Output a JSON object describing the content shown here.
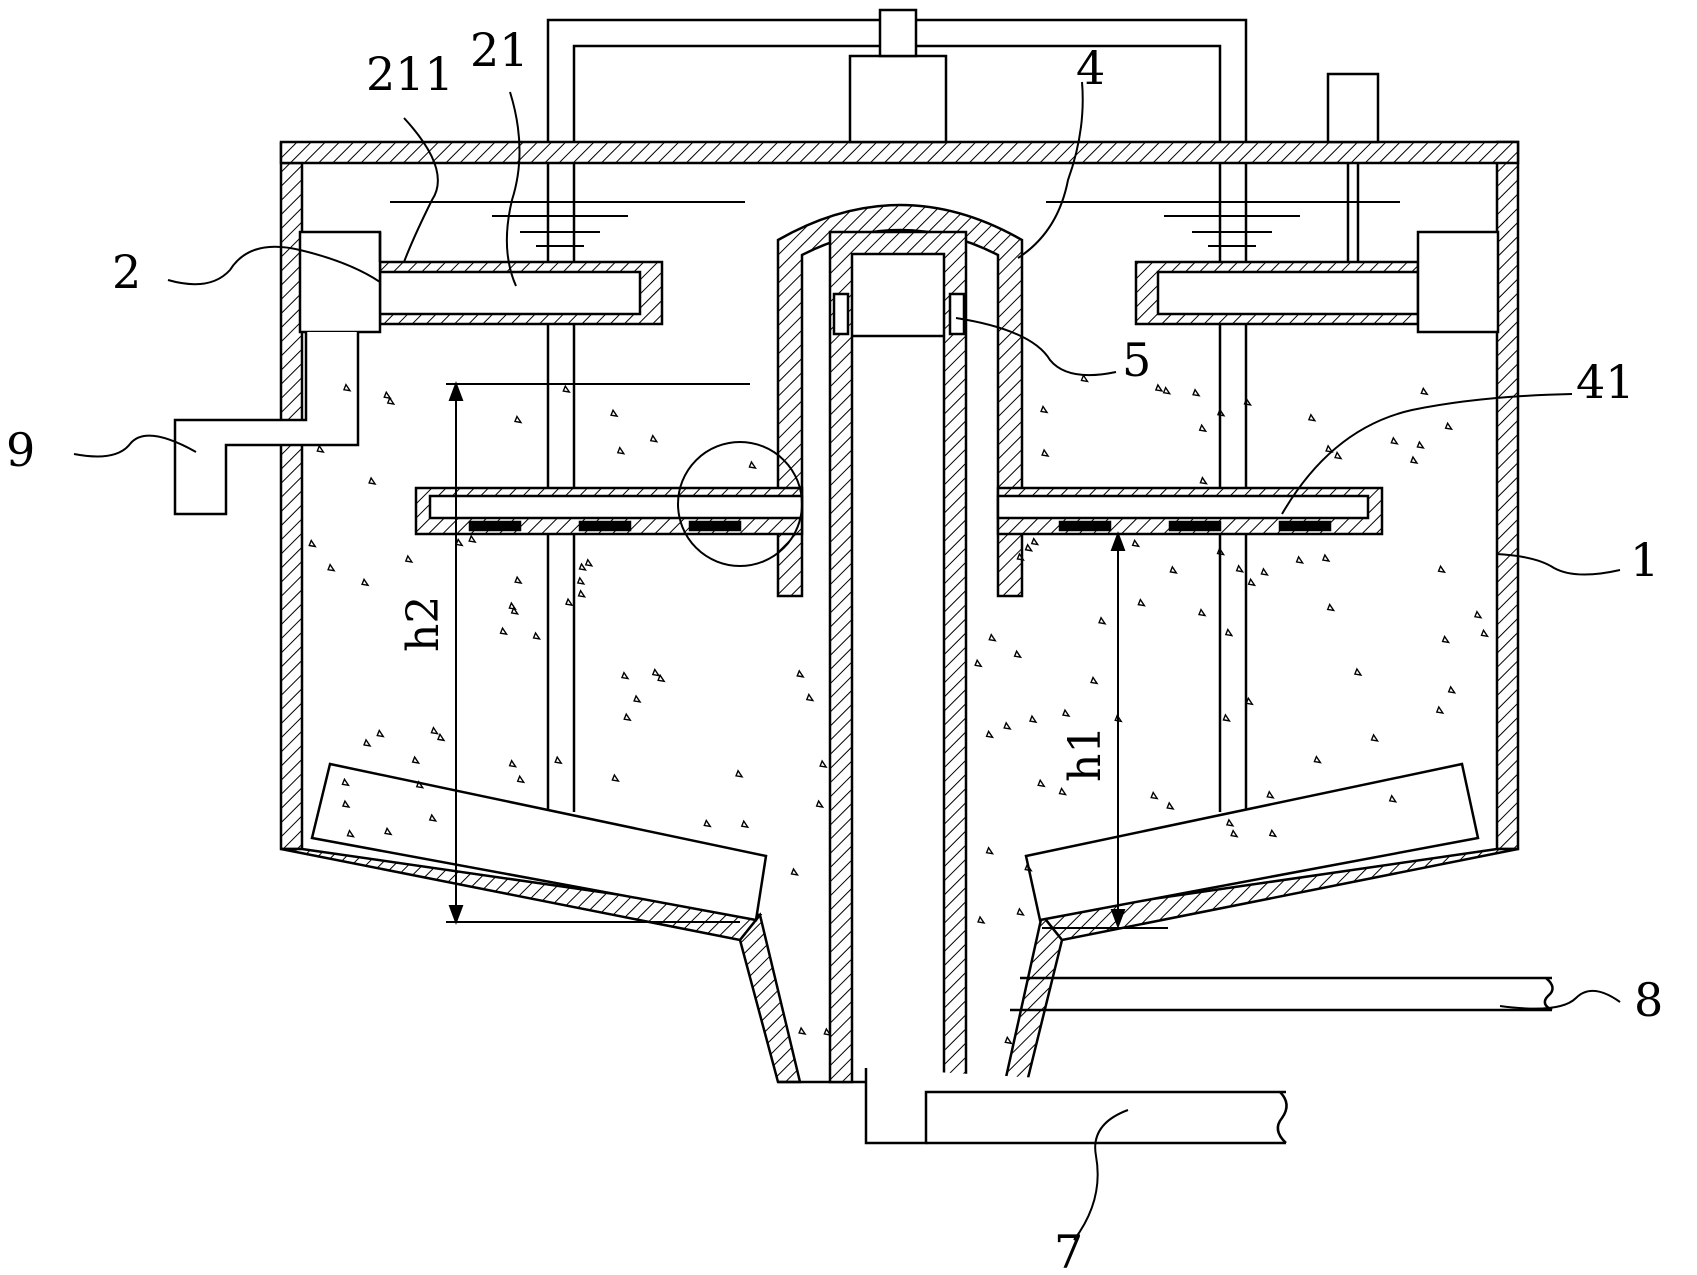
{
  "labels": {
    "l1": "1",
    "l2": "2",
    "l21": "21",
    "l211": "211",
    "l4": "4",
    "l41": "41",
    "l5": "5",
    "l7": "7",
    "l8": "8",
    "l9": "9",
    "h1": "h1",
    "h2": "h2"
  },
  "colors": {
    "line": "#000000",
    "background": "#ffffff"
  }
}
